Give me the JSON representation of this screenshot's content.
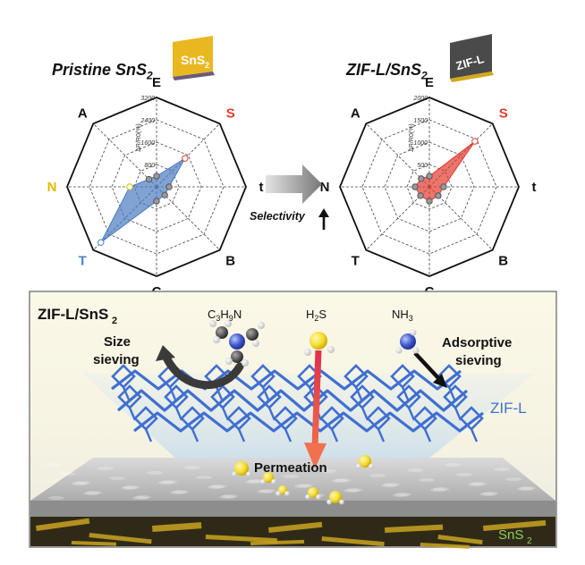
{
  "top": {
    "left_title": "Pristine SnS",
    "left_title_sub": "2",
    "right_title": "ZIF-L/SnS",
    "right_title_sub": "2",
    "left_badge": "SnS",
    "left_badge_sub": "2",
    "right_badge": "ZIF-L",
    "arrow_label": "Selectivity",
    "left_radar": {
      "axes": [
        "E",
        "S",
        "t",
        "B",
        "C",
        "T",
        "N",
        "A"
      ],
      "axis_colors": {
        "S": "#e03a2f",
        "T": "#4a86c8",
        "N": "#e8b800",
        "default": "#111111"
      },
      "axis_title": "ΔR/R0(%)",
      "ticks": [
        "800",
        "1600",
        "2400",
        "3200"
      ],
      "fill_color": "#4a7cc0"
    },
    "right_radar": {
      "axes": [
        "E",
        "S",
        "t",
        "B",
        "C",
        "T",
        "N",
        "A"
      ],
      "axis_colors": {
        "S": "#e03a2f",
        "default": "#111111"
      },
      "axis_title": "ΔR/R0(%)",
      "ticks": [
        "500",
        "1000",
        "1500",
        "2000"
      ],
      "fill_color": "#e03a2f"
    }
  },
  "bottom": {
    "panel_title": "ZIF-L/SnS",
    "panel_title_sub": "2",
    "molecule_c3h9n": "C3H9N",
    "molecule_h2s": "H2S",
    "molecule_nh3": "NH3",
    "size_sieving_1": "Size",
    "size_sieving_2": "sieving",
    "adsorptive_1": "Adsorptive",
    "adsorptive_2": "sieving",
    "zif_label": "ZIF-L",
    "permeation": "Permeation",
    "sns2_label": "SnS",
    "sns2_label_sub": "2",
    "colors": {
      "framework": "#3f6fd0",
      "zif_text": "#3f6fd0",
      "sns2_text": "#8fcf5a",
      "arrow_red": "#e0304a"
    }
  }
}
